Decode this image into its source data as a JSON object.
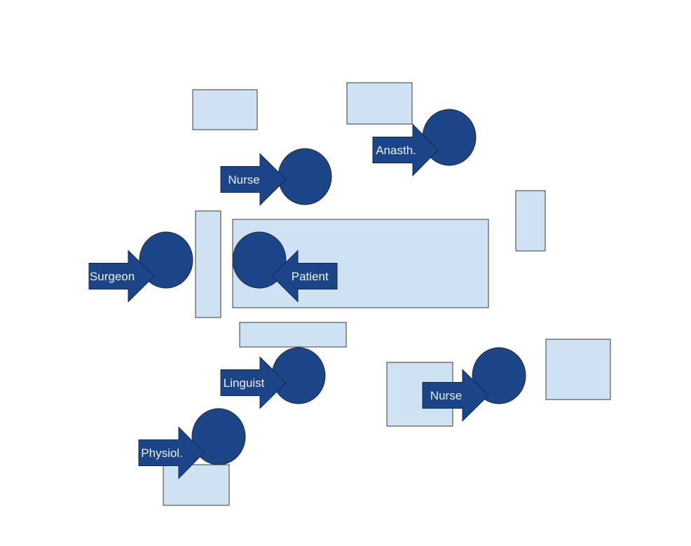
{
  "diagram": {
    "colors": {
      "furniture": "#cfe2f3",
      "person": "#1c4587"
    },
    "roles": [
      {
        "label": "Nurse"
      },
      {
        "label": "Anasth."
      },
      {
        "label": "Surgeon"
      },
      {
        "label": "Patient"
      },
      {
        "label": "Linguist"
      },
      {
        "label": "Nurse"
      },
      {
        "label": "Physiol."
      }
    ]
  }
}
